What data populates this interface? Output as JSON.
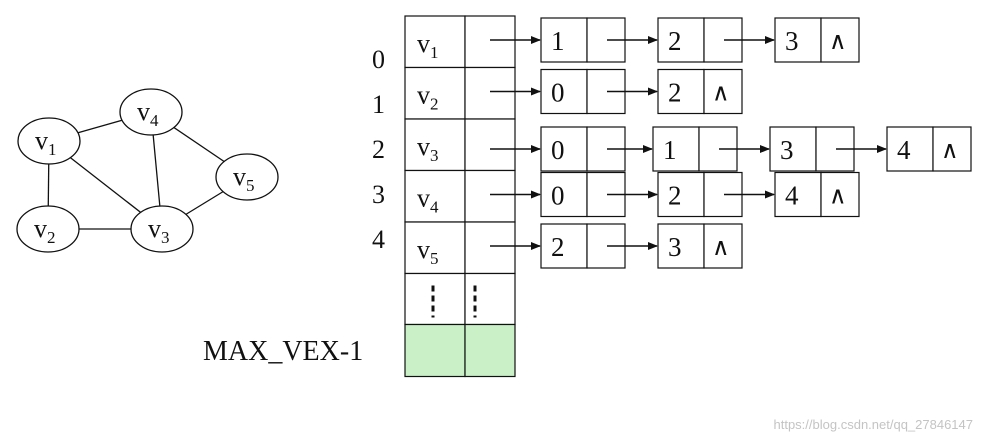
{
  "graph": {
    "nodes": [
      {
        "id": "v1",
        "base": "v",
        "sub": "1"
      },
      {
        "id": "v2",
        "base": "v",
        "sub": "2"
      },
      {
        "id": "v3",
        "base": "v",
        "sub": "3"
      },
      {
        "id": "v4",
        "base": "v",
        "sub": "4"
      },
      {
        "id": "v5",
        "base": "v",
        "sub": "5"
      }
    ],
    "edges": [
      [
        "v1",
        "v4"
      ],
      [
        "v1",
        "v2"
      ],
      [
        "v1",
        "v3"
      ],
      [
        "v2",
        "v3"
      ],
      [
        "v4",
        "v3"
      ],
      [
        "v4",
        "v5"
      ],
      [
        "v3",
        "v5"
      ]
    ]
  },
  "vertex_table": {
    "indices": [
      "0",
      "1",
      "2",
      "3",
      "4"
    ],
    "rows": [
      {
        "base": "v",
        "sub": "1",
        "adjacent": [
          "1",
          "2",
          "3"
        ]
      },
      {
        "base": "v",
        "sub": "2",
        "adjacent": [
          "0",
          "2"
        ]
      },
      {
        "base": "v",
        "sub": "3",
        "adjacent": [
          "0",
          "1",
          "3",
          "4"
        ]
      },
      {
        "base": "v",
        "sub": "4",
        "adjacent": [
          "0",
          "2",
          "4"
        ]
      },
      {
        "base": "v",
        "sub": "5",
        "adjacent": [
          "2",
          "3"
        ]
      }
    ],
    "max_label": "MAX_VEX-1",
    "null_symbol": "∧",
    "max_row_color": "#c9f0c6"
  },
  "watermark": "https://blog.csdn.net/qq_27846147"
}
